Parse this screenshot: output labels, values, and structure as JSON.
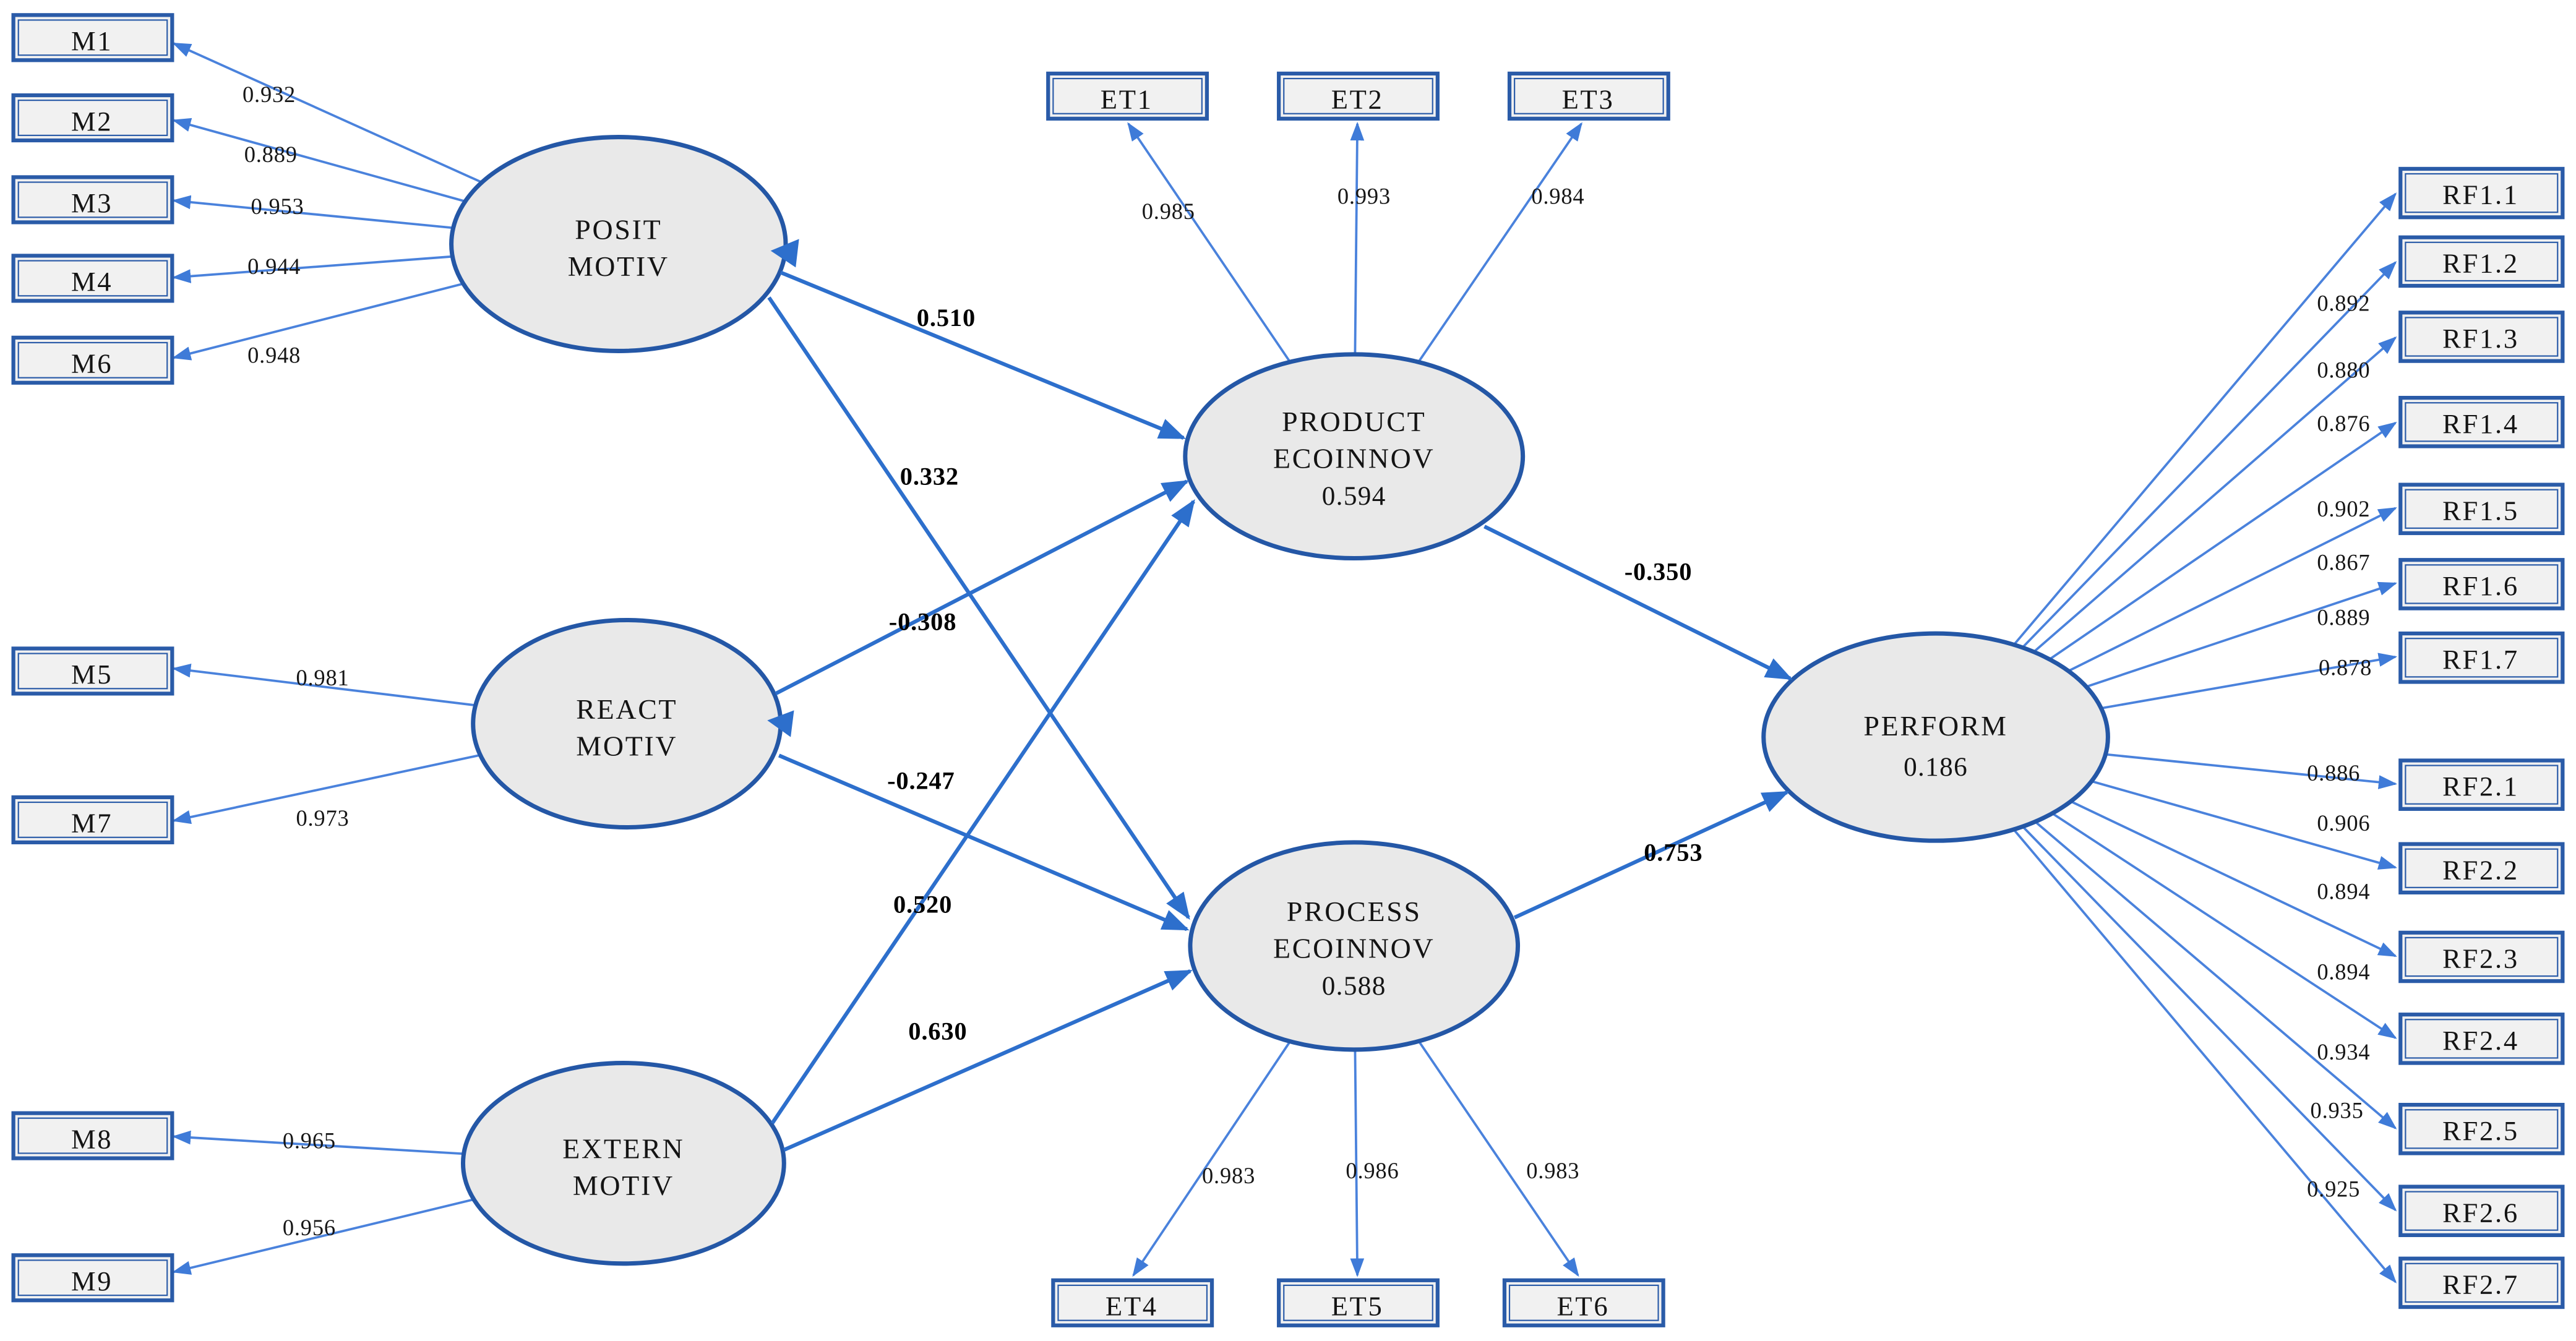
{
  "figure": {
    "type": "sem-path-diagram",
    "colors": {
      "background": "#ffffff",
      "arrow_blue": "#4a82dc",
      "structural_arrow_blue": "#2d6fcc",
      "node_stroke_blue": "#2457a6",
      "node_fill_gray": "#e9e9e9",
      "indicator_fill": "#f1f1f1",
      "text_black": "#141414"
    }
  },
  "latents": {
    "posit": {
      "label1": "POSIT",
      "label2": "MOTIV"
    },
    "react": {
      "label1": "REACT",
      "label2": "MOTIV"
    },
    "extern": {
      "label1": "EXTERN",
      "label2": "MOTIV"
    },
    "product": {
      "label1": "PRODUCT",
      "label2": "ECOINNOV",
      "r2": "0.594"
    },
    "process": {
      "label1": "PROCESS",
      "label2": "ECOINNOV",
      "r2": "0.588"
    },
    "perform": {
      "label1": "PERFORM",
      "r2": "0.186"
    }
  },
  "indicators": {
    "M1": {
      "label": "M1",
      "loading": "0.932"
    },
    "M2": {
      "label": "M2",
      "loading": "0.889"
    },
    "M3": {
      "label": "M3",
      "loading": "0.953"
    },
    "M4": {
      "label": "M4",
      "loading": "0.944"
    },
    "M6": {
      "label": "M6",
      "loading": "0.948"
    },
    "M5": {
      "label": "M5",
      "loading": "0.981"
    },
    "M7": {
      "label": "M7",
      "loading": "0.973"
    },
    "M8": {
      "label": "M8",
      "loading": "0.965"
    },
    "M9": {
      "label": "M9",
      "loading": "0.956"
    },
    "ET1": {
      "label": "ET1",
      "loading": "0.985"
    },
    "ET2": {
      "label": "ET2",
      "loading": "0.993"
    },
    "ET3": {
      "label": "ET3",
      "loading": "0.984"
    },
    "ET4": {
      "label": "ET4",
      "loading": "0.983"
    },
    "ET5": {
      "label": "ET5",
      "loading": "0.986"
    },
    "ET6": {
      "label": "ET6",
      "loading": "0.983"
    },
    "RF1_1": {
      "label": "RF1.1",
      "loading": "0.892"
    },
    "RF1_2": {
      "label": "RF1.2",
      "loading": "0.880"
    },
    "RF1_3": {
      "label": "RF1.3",
      "loading": "0.876"
    },
    "RF1_4": {
      "label": "RF1.4",
      "loading": "0.902"
    },
    "RF1_5": {
      "label": "RF1.5",
      "loading": "0.867"
    },
    "RF1_6": {
      "label": "RF1.6",
      "loading": "0.889"
    },
    "RF1_7": {
      "label": "RF1.7",
      "loading": "0.878"
    },
    "RF2_1": {
      "label": "RF2.1",
      "loading": "0.886"
    },
    "RF2_2": {
      "label": "RF2.2",
      "loading": "0.906"
    },
    "RF2_3": {
      "label": "RF2.3",
      "loading": "0.894"
    },
    "RF2_4": {
      "label": "RF2.4",
      "loading": "0.894"
    },
    "RF2_5": {
      "label": "RF2.5",
      "loading": "0.934"
    },
    "RF2_6": {
      "label": "RF2.6",
      "loading": "0.935"
    },
    "RF2_7": {
      "label": "RF2.7",
      "loading": "0.925"
    }
  },
  "paths": {
    "posit_product": {
      "from": "POSIT MOTIV",
      "to": "PRODUCT ECOINNOV",
      "coef": "0.510"
    },
    "posit_process": {
      "from": "POSIT MOTIV",
      "to": "PROCESS ECOINNOV",
      "coef": "0.332"
    },
    "react_product": {
      "from": "REACT MOTIV",
      "to": "PRODUCT ECOINNOV",
      "coef": "-0.308"
    },
    "react_process": {
      "from": "REACT MOTIV",
      "to": "PROCESS ECOINNOV",
      "coef": "-0.247"
    },
    "extern_product": {
      "from": "EXTERN MOTIV",
      "to": "PRODUCT ECOINNOV",
      "coef": "0.520"
    },
    "extern_process": {
      "from": "EXTERN MOTIV",
      "to": "PROCESS ECOINNOV",
      "coef": "0.630"
    },
    "product_perform": {
      "from": "PRODUCT ECOINNOV",
      "to": "PERFORM",
      "coef": "-0.350"
    },
    "process_perform": {
      "from": "PROCESS ECOINNOV",
      "to": "PERFORM",
      "coef": "0.753"
    }
  }
}
